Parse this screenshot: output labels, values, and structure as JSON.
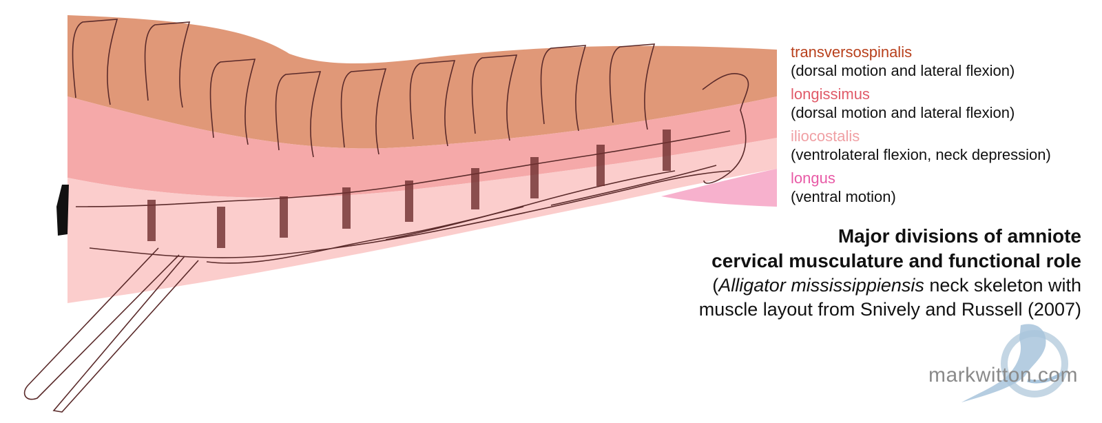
{
  "colors": {
    "transversospinalis": "#e09878",
    "longissimus": "#f4a4a4",
    "iliocostalis": "#fbc8c6",
    "longus": "#f6a8c8",
    "bone_outline": "#5a2a2a",
    "ligament": "#6e2e2e"
  },
  "legend": {
    "items": [
      {
        "name": "transversospinalis",
        "role": "(dorsal motion and lateral flexion)",
        "color": "#b8401c"
      },
      {
        "name": "longissimus",
        "role": "(dorsal motion and lateral flexion)",
        "color": "#e05a68"
      },
      {
        "name": "iliocostalis",
        "role": "(ventrolateral flexion, neck depression)",
        "color": "#f0a0a4"
      },
      {
        "name": "longus",
        "role": "(ventral motion)",
        "color": "#e85aa6"
      }
    ]
  },
  "caption": {
    "line1": "Major divisions of amniote",
    "line2": "cervical musculature and functional role",
    "line3_open": "(",
    "line3_species": "Alligator mississippiensis",
    "line3_rest": " neck skeleton with",
    "line4": "muscle layout from Snively and Russell (2007)"
  },
  "watermark": {
    "text": "markwitton.com",
    "logo_icon": "pterosaur-logo-icon"
  }
}
